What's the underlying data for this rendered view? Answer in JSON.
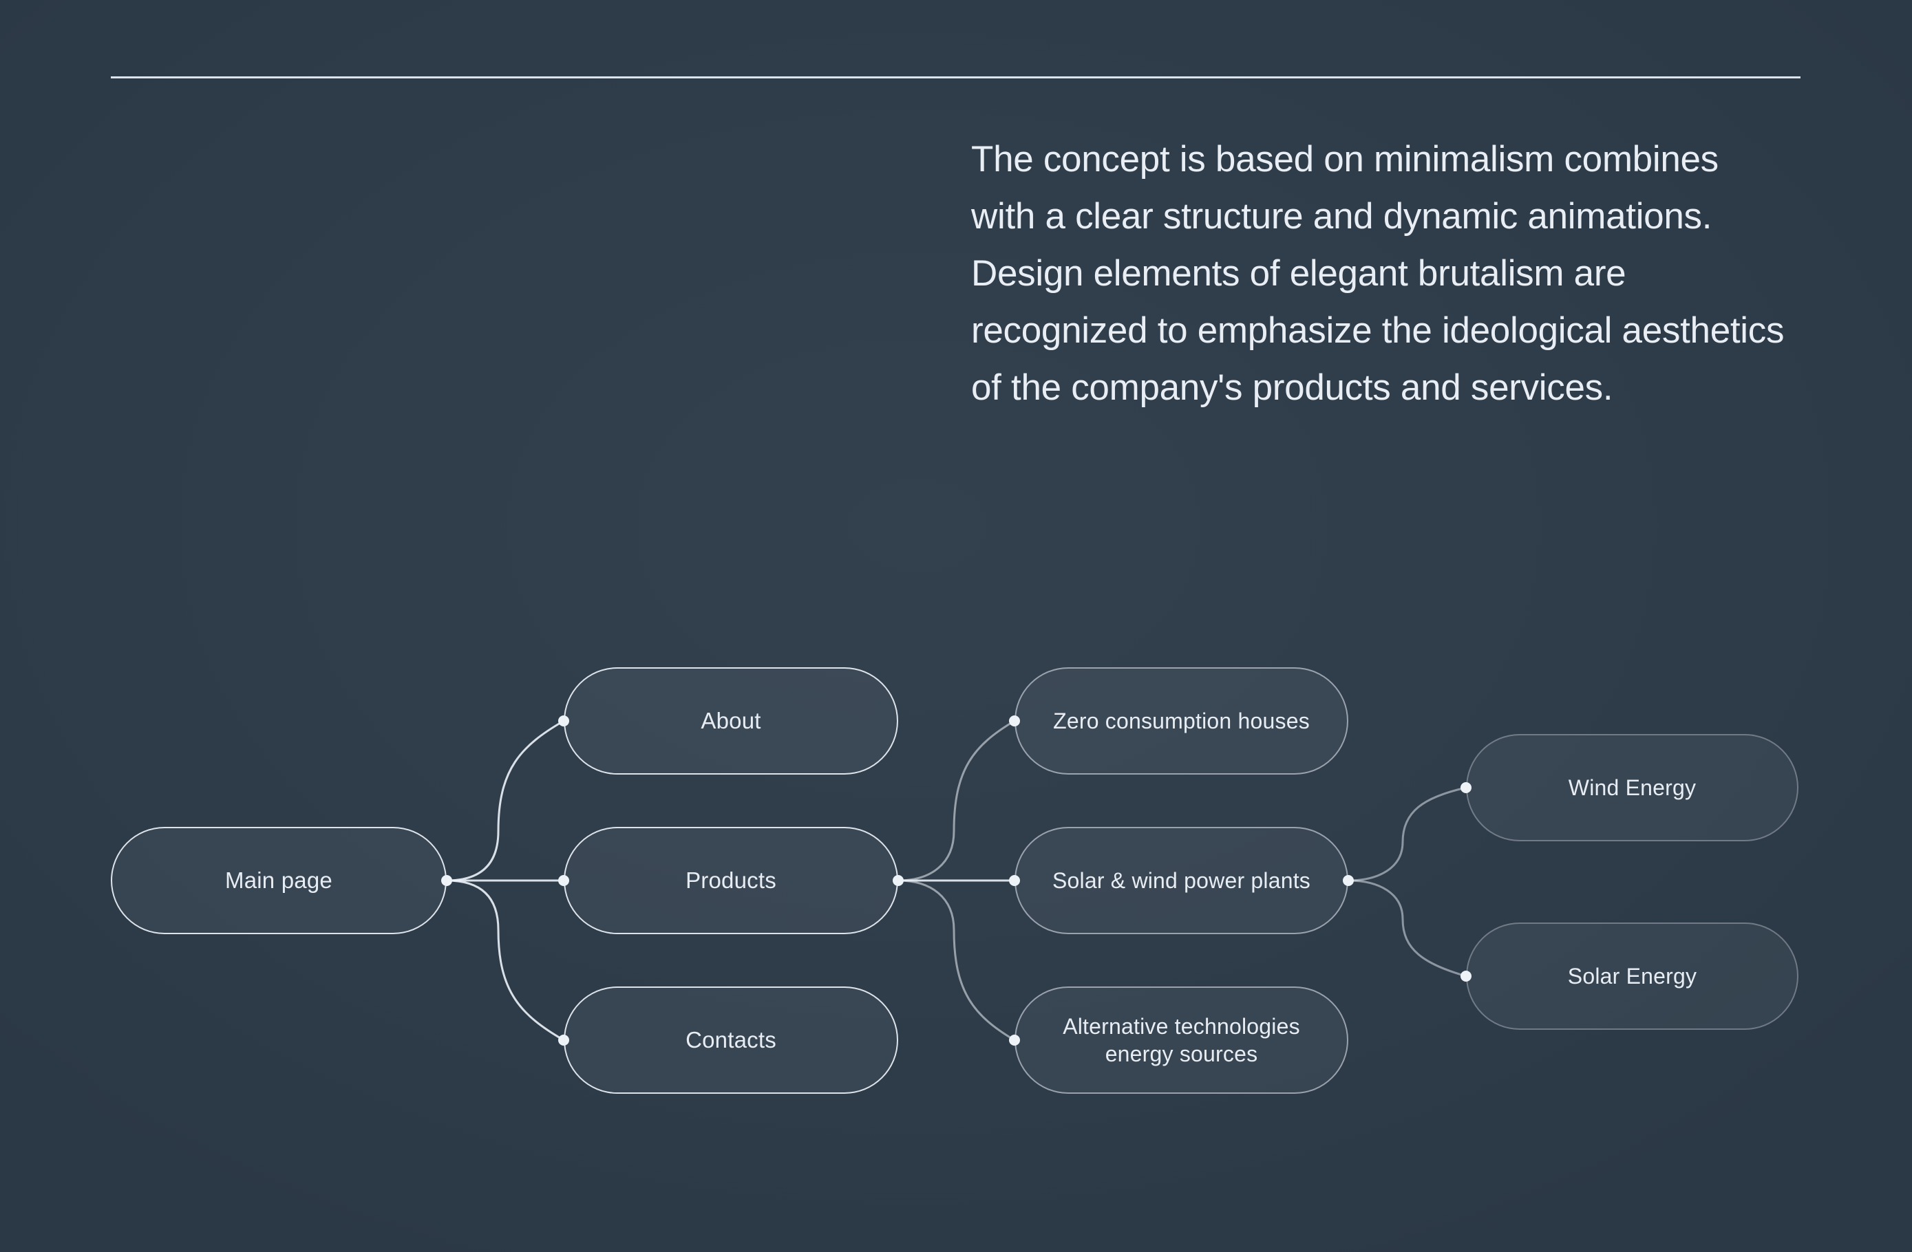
{
  "page": {
    "background_color": "#2f3d4b",
    "divider_color": "#ecf2f8",
    "text_color": "#e9eef4",
    "intro_text": "The concept is based on minimalism combines\nwith a clear structure and dynamic animations.\nDesign elements of elegant brutalism are\nrecognized to emphasize the ideological aesthetics\nof the company's products and services."
  },
  "sitemap": {
    "node_border_color": "#ebf1f7",
    "connector_color": "#ecf2f8",
    "nodes": [
      {
        "id": "main",
        "label": "Main page",
        "depth": 1
      },
      {
        "id": "about",
        "label": "About",
        "depth": 2
      },
      {
        "id": "products",
        "label": "Products",
        "depth": 2
      },
      {
        "id": "contacts",
        "label": "Contacts",
        "depth": 2
      },
      {
        "id": "zero",
        "label": "Zero consumption houses",
        "depth": 3
      },
      {
        "id": "solarwind",
        "label": "Solar & wind power plants",
        "depth": 3
      },
      {
        "id": "alt",
        "label": "Alternative technologies\nenergy sources",
        "depth": 3
      },
      {
        "id": "wind",
        "label": "Wind Energy",
        "depth": 4
      },
      {
        "id": "solar",
        "label": "Solar Energy",
        "depth": 4
      }
    ],
    "edges": [
      {
        "from": "Main page",
        "to": "About"
      },
      {
        "from": "Main page",
        "to": "Products"
      },
      {
        "from": "Main page",
        "to": "Contacts"
      },
      {
        "from": "Products",
        "to": "Zero consumption houses"
      },
      {
        "from": "Products",
        "to": "Solar & wind power plants"
      },
      {
        "from": "Products",
        "to": "Alternative technologies energy sources"
      },
      {
        "from": "Solar & wind power plants",
        "to": "Wind Energy"
      },
      {
        "from": "Solar & wind power plants",
        "to": "Solar Energy"
      }
    ]
  }
}
